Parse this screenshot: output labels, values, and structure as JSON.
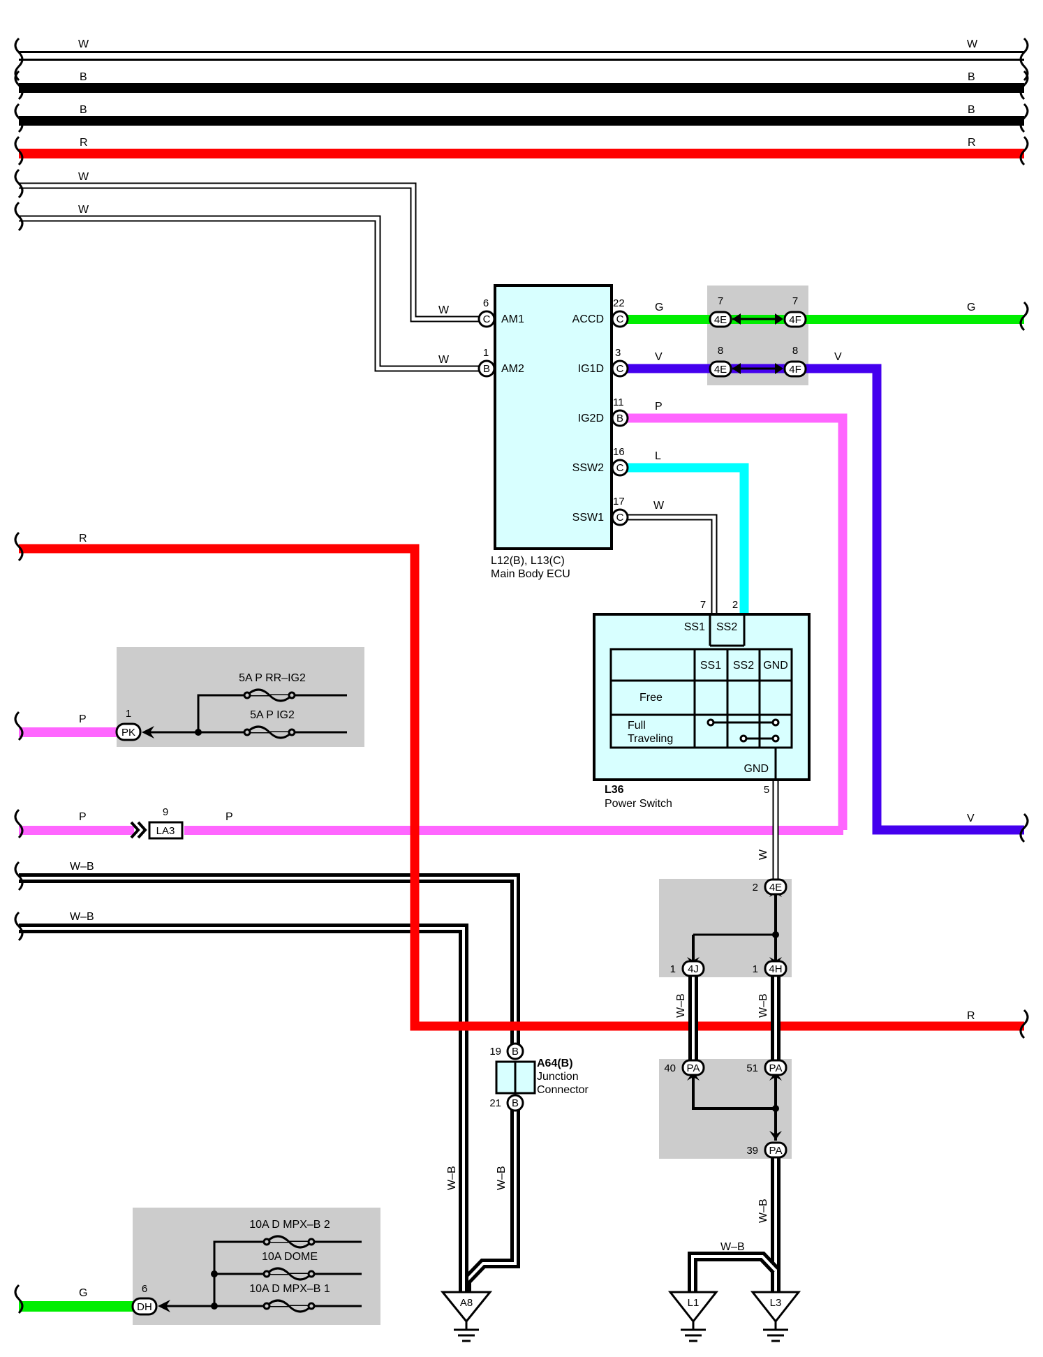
{
  "colors": {
    "W": "#ffffff",
    "B": "#000000",
    "R": "#ff0000",
    "G": "#00ee00",
    "V": "#4400ee",
    "P": "#ff66ff",
    "L": "#00ffff",
    "component_fill": "#d8ffff",
    "shade": "#cccccc"
  },
  "wires": {
    "top_w1": "W",
    "top_b1": "B",
    "top_b2": "B",
    "top_r": "R",
    "w_am1": "W",
    "w_am2": "W",
    "r_mid": "R",
    "p_pk": "P",
    "p_la3": "P",
    "wb_1": "W–B",
    "wb_2": "W–B",
    "g_dh": "G",
    "r_right": "R",
    "g_accd": "G",
    "v_ig1d": "V",
    "p_ig2d": "P",
    "l_ssw2": "L",
    "w_ssw1": "W",
    "w_gnd": "W",
    "wb_vertical": "W–B",
    "wb_l1": "W–B"
  },
  "ecu": {
    "title": "L12(B), L13(C)",
    "subtitle": "Main Body ECU",
    "left_pins": [
      {
        "num": "6",
        "conn": "C",
        "name": "AM1"
      },
      {
        "num": "1",
        "conn": "B",
        "name": "AM2"
      }
    ],
    "right_pins": [
      {
        "num": "22",
        "conn": "C",
        "name": "ACCD"
      },
      {
        "num": "3",
        "conn": "C",
        "name": "IG1D"
      },
      {
        "num": "11",
        "conn": "B",
        "name": "IG2D"
      },
      {
        "num": "16",
        "conn": "C",
        "name": "SSW2"
      },
      {
        "num": "17",
        "conn": "C",
        "name": "SSW1"
      }
    ]
  },
  "switch": {
    "title": "L36",
    "subtitle": "Power Switch",
    "pin_ss1_num": "7",
    "pin_ss2_num": "2",
    "pin_gnd_num": "5",
    "ss1": "SS1",
    "ss2": "SS2",
    "gnd": "GND",
    "table_headers": [
      "SS1",
      "SS2",
      "GND"
    ],
    "rows": [
      "Free",
      "Full",
      "Traveling"
    ]
  },
  "connectors": {
    "c4e": "4E",
    "c4f": "4F",
    "c4e_pins": [
      "7",
      "8"
    ],
    "c4f_pins": [
      "7",
      "8"
    ],
    "c4e_gnd": "4E",
    "c4e_gnd_pin": "2",
    "c4j": "4J",
    "c4j_pin": "1",
    "c4h": "4H",
    "c4h_pin": "1",
    "pa": "PA",
    "pa_pins": [
      "40",
      "51",
      "39"
    ],
    "pk": "PK",
    "pk_pin": "1",
    "la3": "LA3",
    "la3_pin": "9",
    "dh": "DH",
    "dh_pin": "6"
  },
  "junction": {
    "title": "A64(B)",
    "line1": "Junction",
    "line2": "Connector",
    "pin_top": "19",
    "pin_bottom": "21",
    "conn": "B"
  },
  "fuses_pk": [
    "5A P RR–IG2",
    "5A P IG2"
  ],
  "fuses_dh": [
    "10A D MPX–B 2",
    "10A DOME",
    "10A D MPX–B 1"
  ],
  "grounds": [
    "A8",
    "L1",
    "L3"
  ]
}
